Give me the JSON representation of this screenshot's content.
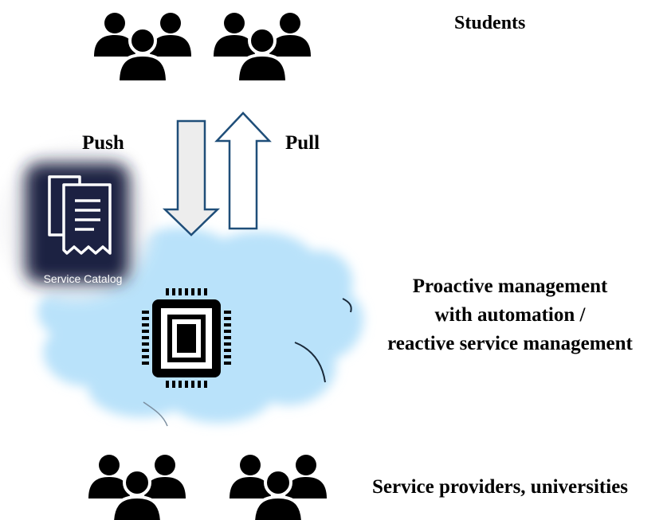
{
  "labels": {
    "students": "Students",
    "push": "Push",
    "pull": "Pull",
    "management_line1": "Proactive management",
    "management_line2": "with automation /",
    "management_line3": "reactive service management",
    "providers": "Service providers, universities"
  },
  "service_catalog": {
    "caption": "Service Catalog",
    "icon": "document-stack-icon"
  },
  "icons": {
    "students_groups": [
      "people-group-icon",
      "people-group-icon"
    ],
    "provider_groups": [
      "people-group-icon",
      "people-group-icon"
    ],
    "processor": "cpu-chip-icon",
    "cloud": "cloud-shape"
  },
  "colors": {
    "arrow_stroke": "#1f4e79",
    "cloud_fill": "#b9e2fa",
    "catalog_dark": "#1c2142",
    "people": "#000000"
  }
}
